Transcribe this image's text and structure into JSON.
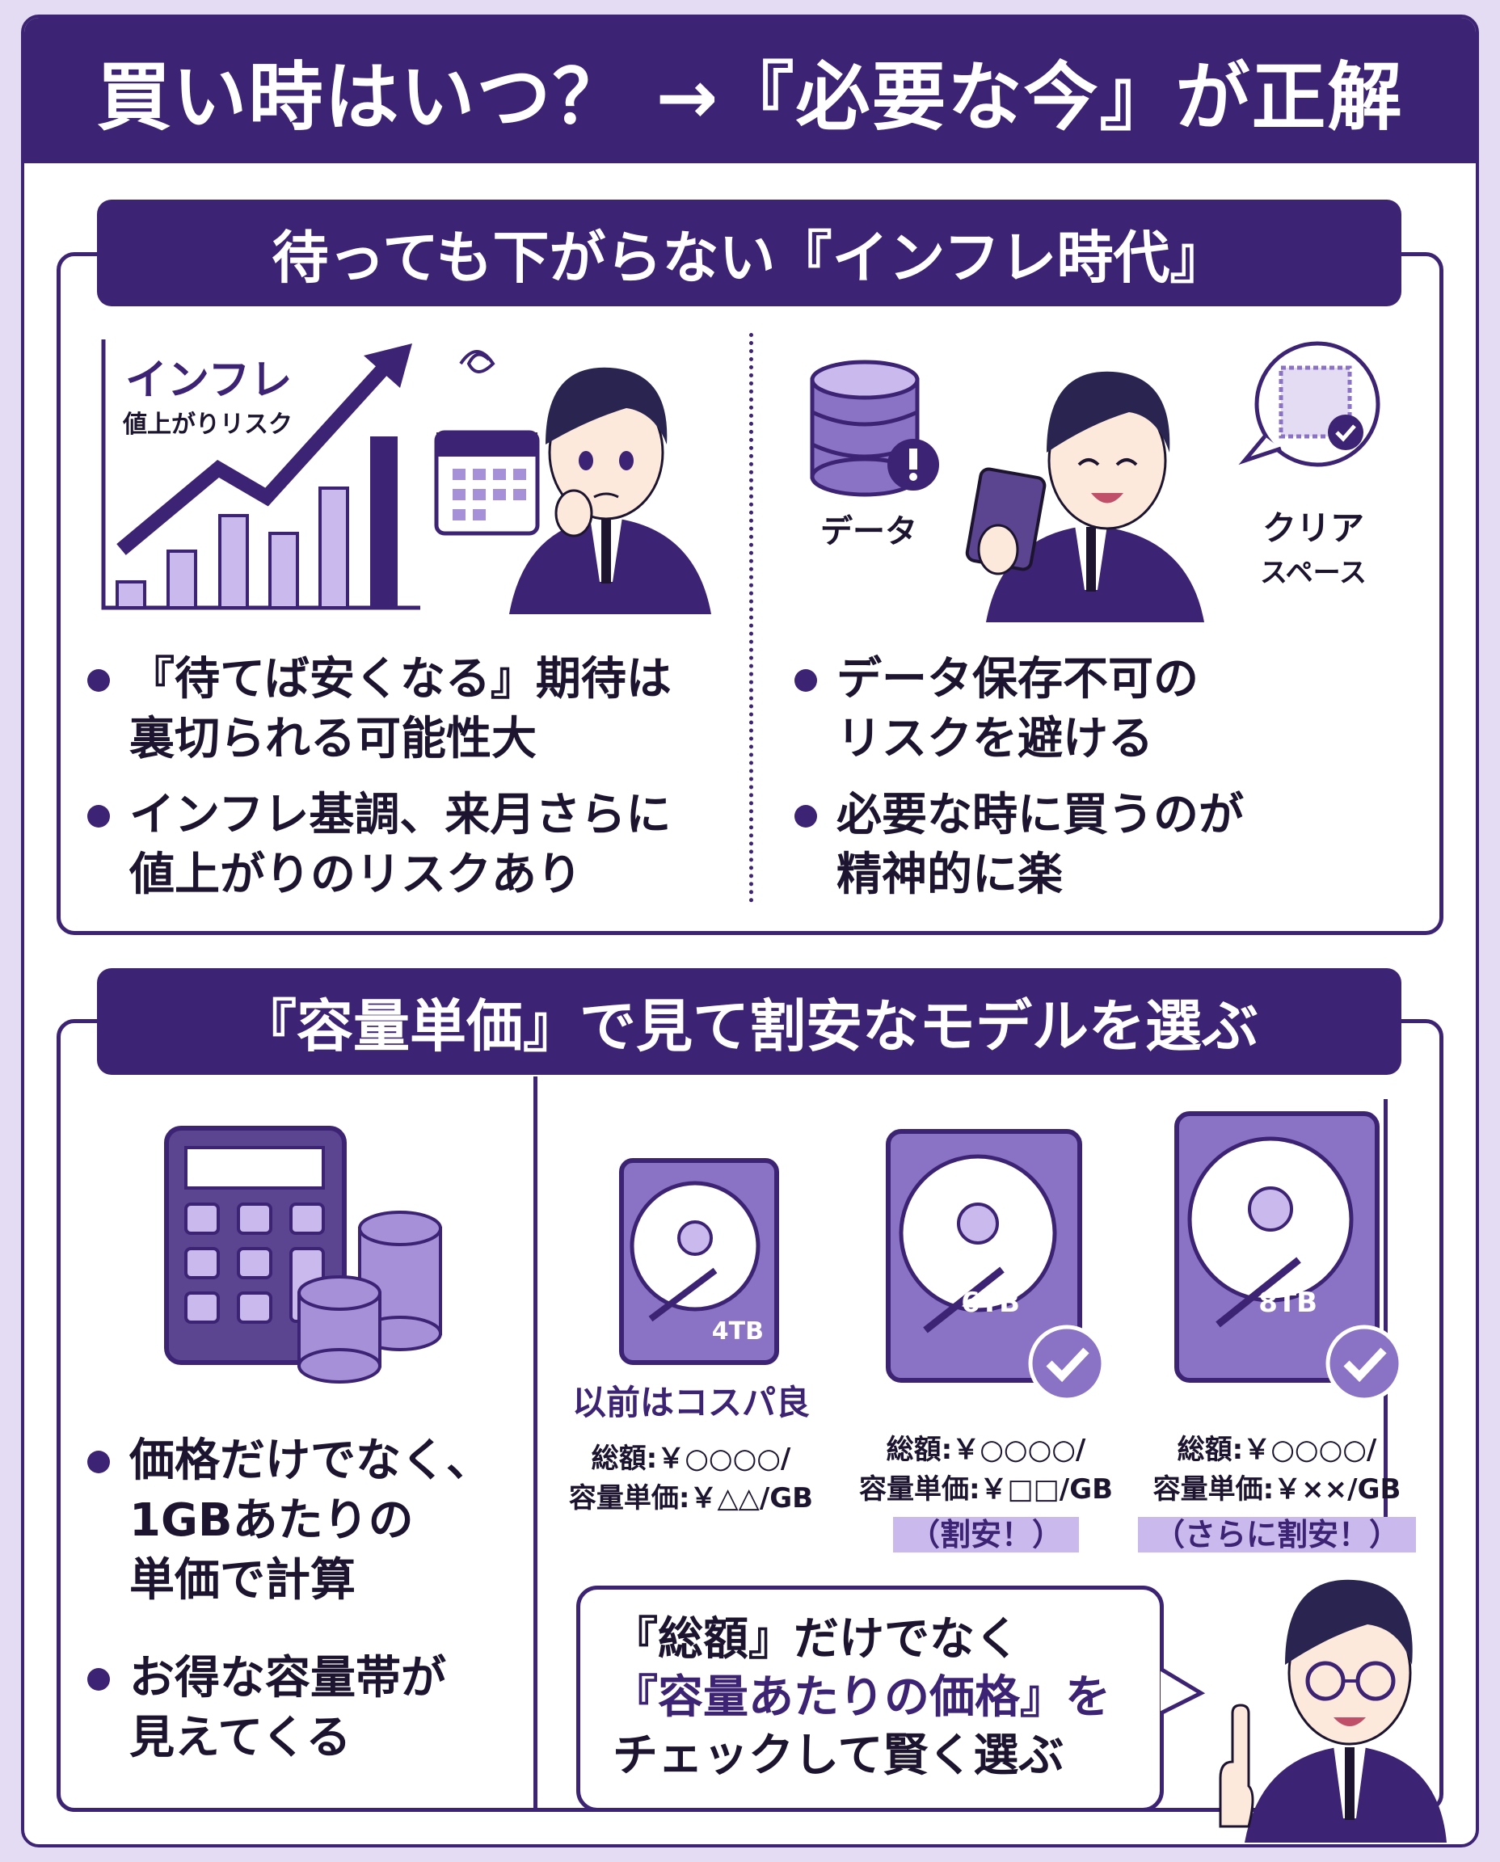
{
  "title": "買い時はいつ？ →『必要な今』が正解",
  "section1": {
    "header": "待っても下がらない『インフレ時代』",
    "chart_label": "インフレ",
    "chart_sublabel": "値上がりリスク",
    "data_label": "データ",
    "clear_label_1": "クリア",
    "clear_label_2": "スペース",
    "left_bullets": [
      [
        "『待てば安くなる』期待は",
        "裏切られる可能性大"
      ],
      [
        "インフレ基調、来月さらに",
        "値上がりのリスクあり"
      ]
    ],
    "right_bullets": [
      [
        "データ保存不可の",
        "リスクを避ける"
      ],
      [
        "必要な時に買うのが",
        "精神的に楽"
      ]
    ]
  },
  "section2": {
    "header": "『容量単価』で見て割安なモデルを選ぶ",
    "left_bullets": [
      [
        "価格だけでなく、",
        "1GBあたりの",
        "単価で計算"
      ],
      [
        "お得な容量帯が",
        "見えてくる"
      ]
    ],
    "drives": [
      {
        "capacity": "4TB",
        "note": "以前はコスパ良",
        "total": "総額:￥○○○○/",
        "unit": "容量単価:￥△△/GB",
        "tag": ""
      },
      {
        "capacity": "6TB",
        "note": "",
        "total": "総額:￥○○○○/",
        "unit": "容量単価:￥□□/GB",
        "tag": "（割安！）"
      },
      {
        "capacity": "8TB",
        "note": "",
        "total": "総額:￥○○○○/",
        "unit": "容量単価:￥××/GB",
        "tag": "（さらに割安！）"
      }
    ],
    "speech": [
      "『総額』だけでなく",
      "『容量あたりの価格』を",
      "チェックして賢く選ぶ"
    ]
  },
  "colors": {
    "primary": "#3d2373",
    "light": "#c9b9ec",
    "mid": "#8a72c4",
    "bg": "#e4dcf3"
  }
}
